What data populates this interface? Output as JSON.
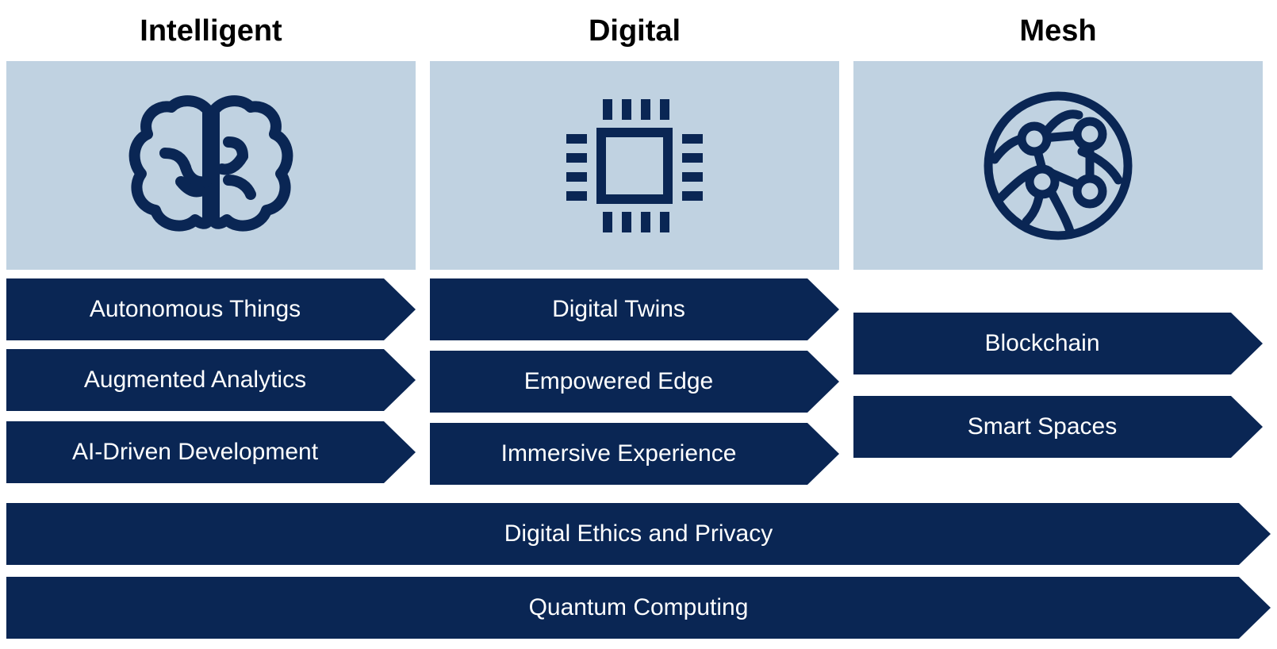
{
  "columns": [
    {
      "title": "Intelligent",
      "icon": "brain-icon",
      "items": [
        "Autonomous Things",
        "Augmented Analytics",
        "AI-Driven Development"
      ]
    },
    {
      "title": "Digital",
      "icon": "chip-icon",
      "items": [
        "Digital Twins",
        "Empowered Edge",
        "Immersive Experience"
      ]
    },
    {
      "title": "Mesh",
      "icon": "globe-network-icon",
      "items": [
        "Blockchain",
        "Smart Spaces"
      ]
    }
  ],
  "cross_cutting": [
    "Digital Ethics and Privacy",
    "Quantum Computing"
  ],
  "colors": {
    "panel": "#c0d2e1",
    "chevron": "#0a2654",
    "chevron_text": "#ffffff",
    "title_text": "#000000"
  }
}
